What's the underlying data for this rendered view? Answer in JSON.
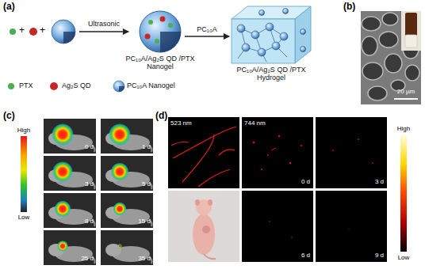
{
  "diagram": {
    "nodes": [
      {
        "text": [
          "PC₁₀A/Ag₂S QD /PTX Nanogel"
        ]
      },
      {
        "text": [
          "PC₁₀A/Ag₂S QD /PTX Hydrogel"
        ]
      }
    ],
    "edges": [
      {
        "from": 0,
        "to": 1,
        "arrow": "to",
        "label": "PC₁₀A"
      }
    ],
    "labels": [
      "(a)",
      "+",
      "+",
      "Ultrasonic",
      "(b)",
      "20 µm",
      "(c)",
      "High",
      "Low",
      "0 d",
      "1 d",
      "3 d",
      "5 d",
      "8 d",
      "15 d",
      "25 d",
      "35 d",
      "(d)",
      "523 nm",
      "744 nm",
      "0 d",
      "3 d",
      "6 d",
      "9 d",
      "High",
      "Low"
    ],
    "legend": [
      {
        "text": "PTX",
        "color": "#4caf50"
      },
      {
        "text": "Ag₂S QD",
        "color": "#c62828"
      },
      {
        "text": "PC₁₀A Nanogel"
      }
    ]
  }
}
